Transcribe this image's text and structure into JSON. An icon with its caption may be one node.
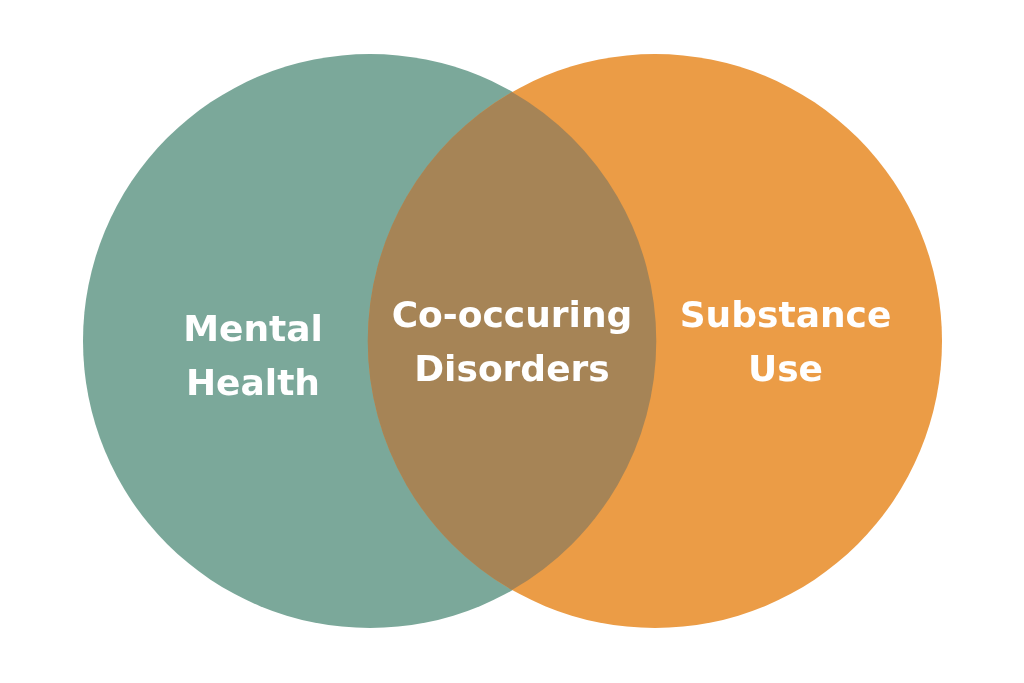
{
  "diagram": {
    "nodes": [
      {
        "text": [
          "Mental Health"
        ]
      },
      {
        "text": [
          "Substance Use"
        ]
      },
      {
        "text": [
          "Co-occuring Disorders"
        ]
      }
    ]
  }
}
